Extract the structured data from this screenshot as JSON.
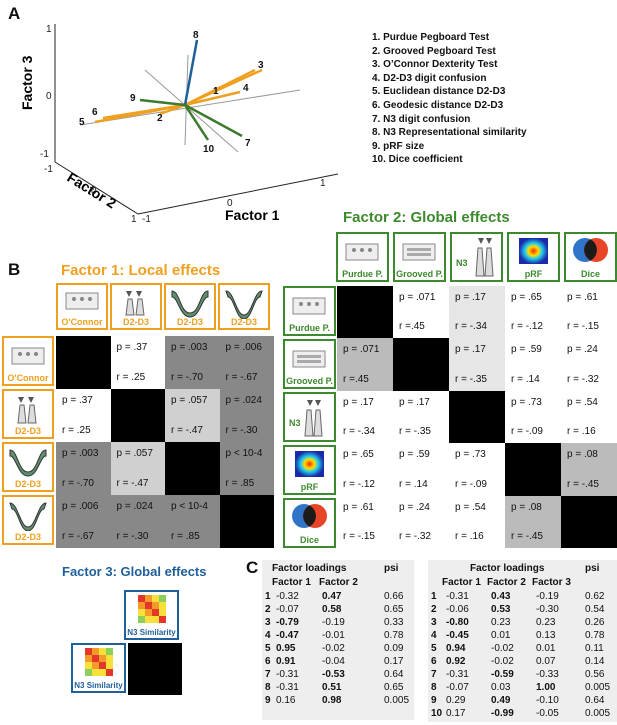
{
  "panels": {
    "a": "A",
    "b": "B",
    "c": "C"
  },
  "plot3d": {
    "axis_x": "Factor 1",
    "axis_y": "Factor 2",
    "axis_z": "Factor 3",
    "ticks": {
      "z_top": "1",
      "z_mid": "0",
      "z_bot": "-1",
      "y_left": "-1",
      "y_mid": "0",
      "y_right": "1",
      "x_left": "-1",
      "x_mid": "0",
      "x_right": "1"
    },
    "point_labels": [
      "1",
      "2",
      "3",
      "4",
      "5",
      "6",
      "7",
      "8",
      "9",
      "10"
    ],
    "colors": {
      "orange": "#f0a020",
      "green": "#3d7a2e",
      "blue": "#1f5f9a",
      "gray": "#999999"
    }
  },
  "legend": [
    "1. Purdue Pegboard Test",
    "2. Grooved Pegboard Test",
    "3. O’Connor Dexterity Test",
    "4. D2-D3 digit confusion",
    "5. Euclidean distance D2-D3",
    "6. Geodesic distance D2-D3",
    "7. N3 digit confusion",
    "8. N3 Representational similarity",
    "9. pRF size",
    "10. Dice coefficient"
  ],
  "factor1": {
    "title": "Factor 1: Local effects",
    "labels": [
      "O'Connor",
      "D2-D3",
      "D2-D3",
      "D2-D3"
    ],
    "matrix": [
      [
        null,
        {
          "p": "p = .37",
          "r": "r = .25"
        },
        {
          "p": "p = .003",
          "r": "r = -.70"
        },
        {
          "p": "p = .006",
          "r": "r = -.67"
        }
      ],
      [
        {
          "p": "p = .37",
          "r": "r = .25"
        },
        null,
        {
          "p": "p = .057",
          "r": "r = -.47"
        },
        {
          "p": "p = .024",
          "r": "r = -.30"
        }
      ],
      [
        {
          "p": "p = .003",
          "r": "r = -.70"
        },
        {
          "p": "p = .057",
          "r": "r = -.47"
        },
        null,
        {
          "p": "p < 10-4",
          "r": "r = .85"
        }
      ],
      [
        {
          "p": "p = .006",
          "r": "r = -.67"
        },
        {
          "p": "p = .024",
          "r": "r = -.30"
        },
        {
          "p": "p < 10-4",
          "r": "r = .85"
        },
        null
      ]
    ],
    "shade": [
      [
        "#000000",
        "#ffffff",
        "#888888",
        "#888888"
      ],
      [
        "#ffffff",
        "#000000",
        "#d0d0d0",
        "#888888"
      ],
      [
        "#888888",
        "#d0d0d0",
        "#000000",
        "#888888"
      ],
      [
        "#888888",
        "#888888",
        "#888888",
        "#000000"
      ]
    ]
  },
  "factor2": {
    "title": "Factor 2: Global effects",
    "labels": [
      "Purdue P.",
      "Grooved P.",
      "N3",
      "pRF",
      "Dice"
    ],
    "matrix": [
      [
        null,
        {
          "p": "p = .071",
          "r": "r =.45"
        },
        {
          "p": "p = .17",
          "r": "r = -.34"
        },
        {
          "p": "p = .65",
          "r": "r = -.12"
        },
        {
          "p": "p = .61",
          "r": "r = -.15"
        }
      ],
      [
        {
          "p": "p = .071",
          "r": "r =.45"
        },
        null,
        {
          "p": "p = .17",
          "r": "r = -.35"
        },
        {
          "p": "p = .59",
          "r": "r = .14"
        },
        {
          "p": "p = .24",
          "r": "r = -.32"
        }
      ],
      [
        {
          "p": "p = .17",
          "r": "r = -.34"
        },
        {
          "p": "p = .17",
          "r": "r = -.35"
        },
        null,
        {
          "p": "p = .73",
          "r": "r = -.09"
        },
        {
          "p": "p = .54",
          "r": "r = .16"
        }
      ],
      [
        {
          "p": "p = .65",
          "r": "r = -.12"
        },
        {
          "p": "p = .59",
          "r": "r = .14"
        },
        {
          "p": "p = .73",
          "r": "r = -.09"
        },
        null,
        {
          "p": "p = .08",
          "r": "r = -.45"
        }
      ],
      [
        {
          "p": "p = .61",
          "r": "r = -.15"
        },
        {
          "p": "p = .24",
          "r": "r = -.32"
        },
        {
          "p": "p = .54",
          "r": "r = .16"
        },
        {
          "p": "p = .08",
          "r": "r = -.45"
        },
        null
      ]
    ],
    "shade": [
      [
        "#000000",
        "#ffffff",
        "#e6e6e6",
        "#ffffff",
        "#ffffff"
      ],
      [
        "#bbbbbb",
        "#000000",
        "#e6e6e6",
        "#ffffff",
        "#ffffff"
      ],
      [
        "#ffffff",
        "#ffffff",
        "#000000",
        "#ffffff",
        "#ffffff"
      ],
      [
        "#ffffff",
        "#ffffff",
        "#ffffff",
        "#000000",
        "#bbbbbb"
      ],
      [
        "#ffffff",
        "#ffffff",
        "#ffffff",
        "#bbbbbb",
        "#000000"
      ]
    ]
  },
  "factor3": {
    "title": "Factor 3: Global effects",
    "label": "N3 Similarity"
  },
  "table2": {
    "title": "Factor loadings",
    "psi": "psi",
    "cols": [
      "Factor 1",
      "Factor 2"
    ],
    "rows": [
      {
        "n": "1",
        "v": [
          "-0.32",
          "0.47"
        ],
        "psi": "0.66",
        "bold": [
          false,
          true
        ]
      },
      {
        "n": "2",
        "v": [
          "-0.07",
          "0.58"
        ],
        "psi": "0.65",
        "bold": [
          false,
          true
        ]
      },
      {
        "n": "3",
        "v": [
          "-0.79",
          "-0.19"
        ],
        "psi": "0.33",
        "bold": [
          true,
          false
        ]
      },
      {
        "n": "4",
        "v": [
          "-0.47",
          "-0.01"
        ],
        "psi": "0.78",
        "bold": [
          true,
          false
        ]
      },
      {
        "n": "5",
        "v": [
          "0.95",
          "-0.02"
        ],
        "psi": "0.09",
        "bold": [
          true,
          false
        ]
      },
      {
        "n": "6",
        "v": [
          "0.91",
          "-0.04"
        ],
        "psi": "0.17",
        "bold": [
          true,
          false
        ]
      },
      {
        "n": "7",
        "v": [
          "-0.31",
          "-0.53"
        ],
        "psi": "0.64",
        "bold": [
          false,
          true
        ]
      },
      {
        "n": "8",
        "v": [
          "-0.31",
          "0.51"
        ],
        "psi": "0.65",
        "bold": [
          false,
          true
        ]
      },
      {
        "n": "9",
        "v": [
          "0.16",
          "0.98"
        ],
        "psi": "0.005",
        "bold": [
          false,
          true
        ]
      }
    ]
  },
  "table3": {
    "title": "Factor loadings",
    "psi": "psi",
    "cols": [
      "Factor 1",
      "Factor 2",
      "Factor 3"
    ],
    "rows": [
      {
        "n": "1",
        "v": [
          "-0.31",
          "0.43",
          "-0.19"
        ],
        "psi": "0.62",
        "bold": [
          false,
          true,
          false
        ]
      },
      {
        "n": "2",
        "v": [
          "-0.06",
          "0.53",
          "-0.30"
        ],
        "psi": "0.54",
        "bold": [
          false,
          true,
          false
        ]
      },
      {
        "n": "3",
        "v": [
          "-0.80",
          "0.23",
          "0.23"
        ],
        "psi": "0.26",
        "bold": [
          true,
          false,
          false
        ]
      },
      {
        "n": "4",
        "v": [
          "-0.45",
          "0.01",
          "0.13"
        ],
        "psi": "0.78",
        "bold": [
          true,
          false,
          false
        ]
      },
      {
        "n": "5",
        "v": [
          "0.94",
          "-0.02",
          "0.01"
        ],
        "psi": "0.11",
        "bold": [
          true,
          false,
          false
        ]
      },
      {
        "n": "6",
        "v": [
          "0.92",
          "-0.02",
          "0.07"
        ],
        "psi": "0.14",
        "bold": [
          true,
          false,
          false
        ]
      },
      {
        "n": "7",
        "v": [
          "-0.31",
          "-0.59",
          "-0.33"
        ],
        "psi": "0.56",
        "bold": [
          false,
          true,
          false
        ]
      },
      {
        "n": "8",
        "v": [
          "-0.07",
          "0.03",
          "1.00"
        ],
        "psi": "0.005",
        "bold": [
          false,
          false,
          true
        ]
      },
      {
        "n": "9",
        "v": [
          "0.29",
          "0.49",
          "-0.10"
        ],
        "psi": "0.64",
        "bold": [
          false,
          true,
          false
        ]
      },
      {
        "n": "10",
        "v": [
          "0.17",
          "-0.99",
          "-0.05"
        ],
        "psi": "0.005",
        "bold": [
          false,
          true,
          false
        ]
      }
    ]
  }
}
